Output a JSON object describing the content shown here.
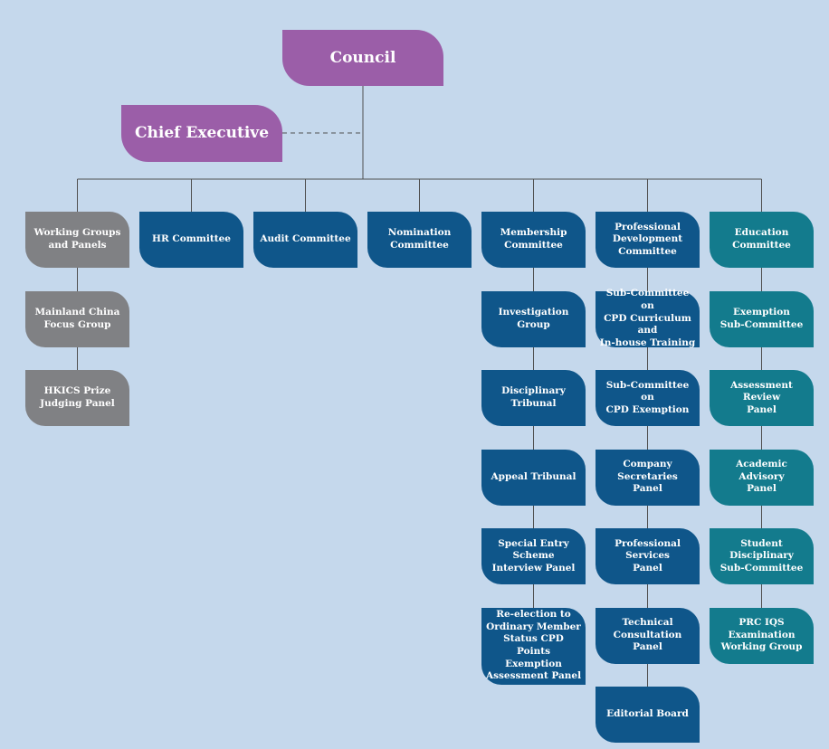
{
  "colors": {
    "background": "#c5d8ec",
    "connector": "#505050",
    "purple": "#9b5ea8",
    "gray": "#808184",
    "blue": "#0f568a",
    "teal": "#137b8d"
  },
  "council": {
    "label": "Council"
  },
  "chief_executive": {
    "label": "Chief Executive"
  },
  "columns": [
    {
      "label": "Working Groups\nand Panels",
      "color": "gray",
      "children": [
        "Mainland China\nFocus Group",
        "HKICS Prize\nJudging Panel"
      ]
    },
    {
      "label": "HR Committee",
      "color": "blue",
      "children": []
    },
    {
      "label": "Audit Committee",
      "color": "blue",
      "children": []
    },
    {
      "label": "Nomination\nCommittee",
      "color": "blue",
      "children": []
    },
    {
      "label": "Membership\nCommittee",
      "color": "blue",
      "children": [
        "Investigation Group",
        "Disciplinary Tribunal",
        "Appeal Tribunal",
        "Special Entry Scheme\nInterview Panel",
        "Re-election to\nOrdinary Member\nStatus CPD Points\nExemption\nAssessment Panel"
      ]
    },
    {
      "label": "Professional\nDevelopment\nCommittee",
      "color": "blue",
      "children": [
        "Sub-Committee on\nCPD Curriculum and\nIn-house Training",
        "Sub-Committee on\nCPD Exemption",
        "Company Secretaries\nPanel",
        "Professional Services\nPanel",
        "Technical\nConsultation Panel",
        "Editorial Board"
      ]
    },
    {
      "label": "Education Committee",
      "color": "teal",
      "children": [
        "Exemption\nSub-Committee",
        "Assessment Review\nPanel",
        "Academic Advisory\nPanel",
        "Student Disciplinary\nSub-Committee",
        "PRC IQS Examination\nWorking Group"
      ]
    }
  ]
}
